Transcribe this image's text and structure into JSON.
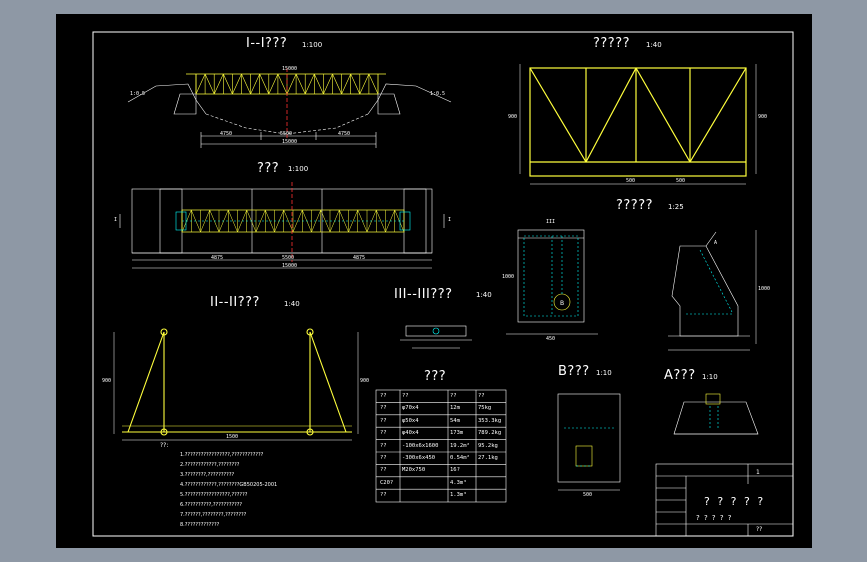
{
  "colors": {
    "background": "#8e98a5",
    "drawing": "#000000",
    "frame": "#ffffff",
    "members": "#ffff3c",
    "rebar": "#00ffff",
    "centerline": "#ff3030"
  },
  "views": {
    "section_1": {
      "title": "I--I???",
      "scale": "1:100"
    },
    "plan": {
      "title": "???",
      "scale": "1:100"
    },
    "side": {
      "title": "?????",
      "scale": "1:40"
    },
    "section_2": {
      "title": "II--II???",
      "scale": "1:40"
    },
    "section_3": {
      "title": "III--III???",
      "scale": "1:40"
    },
    "abutment": {
      "title": "?????",
      "scale": "1:25"
    },
    "table_view": {
      "title": "???"
    },
    "detail_b": {
      "title": "B???",
      "scale": "1:10"
    },
    "detail_a": {
      "title": "A???",
      "scale": "1:10"
    }
  },
  "dims": {
    "span_total": "15000",
    "side_a": "4750",
    "middle": "5500",
    "side_b": "4750",
    "plan_total": "15000",
    "plan_1": "4875",
    "plan_2": "5500",
    "plan_3": "4875",
    "truss_width": "1500",
    "truss_height": "900",
    "panel_1": "500",
    "panel_2": "500",
    "abut_w": "450",
    "abut_h": "1000",
    "b_width": "500"
  },
  "annotations": {
    "slope_left": "1:0.5",
    "slope_right": "1:0.5",
    "label_i": "I",
    "label_ii": "II",
    "label_iii": "III",
    "label_a": "A",
    "label_b": "B"
  },
  "table": {
    "headers": [
      "??",
      "??",
      "??",
      "??"
    ],
    "rows": [
      [
        "??",
        "φ70x4",
        "12m",
        "75kg"
      ],
      [
        "??",
        "φ50x4",
        "54m",
        "353.3kg"
      ],
      [
        "??",
        "φ40x4",
        "173m",
        "789.2kg"
      ],
      [
        "??",
        "-100x6x1600",
        "19.2m²",
        "95.2kg"
      ],
      [
        "??",
        "-300x6x450",
        "0.54m²",
        "27.1kg"
      ],
      [
        "??",
        "M20x750",
        "16?",
        ""
      ],
      [
        "C20?",
        "",
        "4.3m³",
        ""
      ],
      [
        "??",
        "",
        "1.3m³",
        ""
      ]
    ]
  },
  "notes": {
    "title": "??:",
    "lines": [
      "1.?????????????????,????????????",
      "2.????????????,????????",
      "3.????????,??????????",
      "4.????????????,????????GB50205-2001",
      "5.?????????????????,??????",
      "6.??????????,???????????",
      "7.??????,????????,????????",
      "8.?????????????"
    ]
  },
  "title_block": {
    "title": "? ? ? ? ?",
    "subtitle": "? ? ? ? ?",
    "sheet": "1",
    "date": "??"
  }
}
